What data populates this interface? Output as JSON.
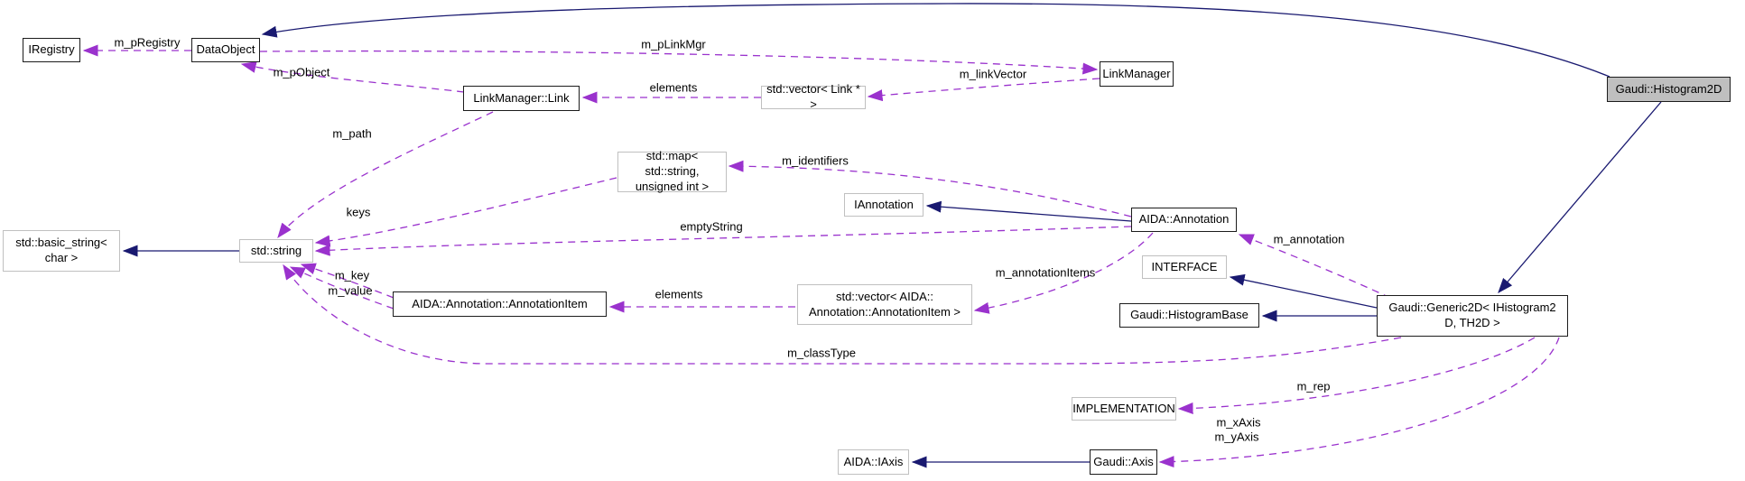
{
  "colors": {
    "inheritance_line": "#191970",
    "usage_line": "#9a32cd",
    "node_border_dark": "#1c1c1c",
    "node_border_light": "#c0c0c0",
    "current_node_fill": "#bfbfbf",
    "background": "#ffffff"
  },
  "nodes": [
    {
      "label": "IRegistry"
    },
    {
      "label": "DataObject"
    },
    {
      "label": "LinkManager::Link"
    },
    {
      "label": "std::vector< Link * >"
    },
    {
      "label": "LinkManager"
    },
    {
      "label": "Gaudi::Histogram2D"
    },
    {
      "label": "std::map< std::string,\nunsigned int >"
    },
    {
      "label": "IAnnotation"
    },
    {
      "label": "AIDA::Annotation"
    },
    {
      "label": "std::basic_string<\nchar >"
    },
    {
      "label": "std::string"
    },
    {
      "label": "AIDA::Annotation::AnnotationItem"
    },
    {
      "label": "std::vector< AIDA::\nAnnotation::AnnotationItem >"
    },
    {
      "label": "INTERFACE"
    },
    {
      "label": "Gaudi::HistogramBase"
    },
    {
      "label": "Gaudi::Generic2D< IHistogram2\nD, TH2D >"
    },
    {
      "label": "IMPLEMENTATION"
    },
    {
      "label": "AIDA::IAxis"
    },
    {
      "label": "Gaudi::Axis"
    }
  ],
  "edge_labels": [
    {
      "text": "m_pRegistry"
    },
    {
      "text": "m_pLinkMgr"
    },
    {
      "text": "m_pObject"
    },
    {
      "text": "elements"
    },
    {
      "text": "m_linkVector"
    },
    {
      "text": "m_path"
    },
    {
      "text": "keys"
    },
    {
      "text": "m_identifiers"
    },
    {
      "text": "emptyString"
    },
    {
      "text": "m_annotation"
    },
    {
      "text": "m_key"
    },
    {
      "text": "m_value"
    },
    {
      "text": "elements"
    },
    {
      "text": "m_annotationItems"
    },
    {
      "text": "m_classType"
    },
    {
      "text": "m_rep"
    },
    {
      "text": "m_xAxis"
    },
    {
      "text": "m_yAxis"
    }
  ]
}
